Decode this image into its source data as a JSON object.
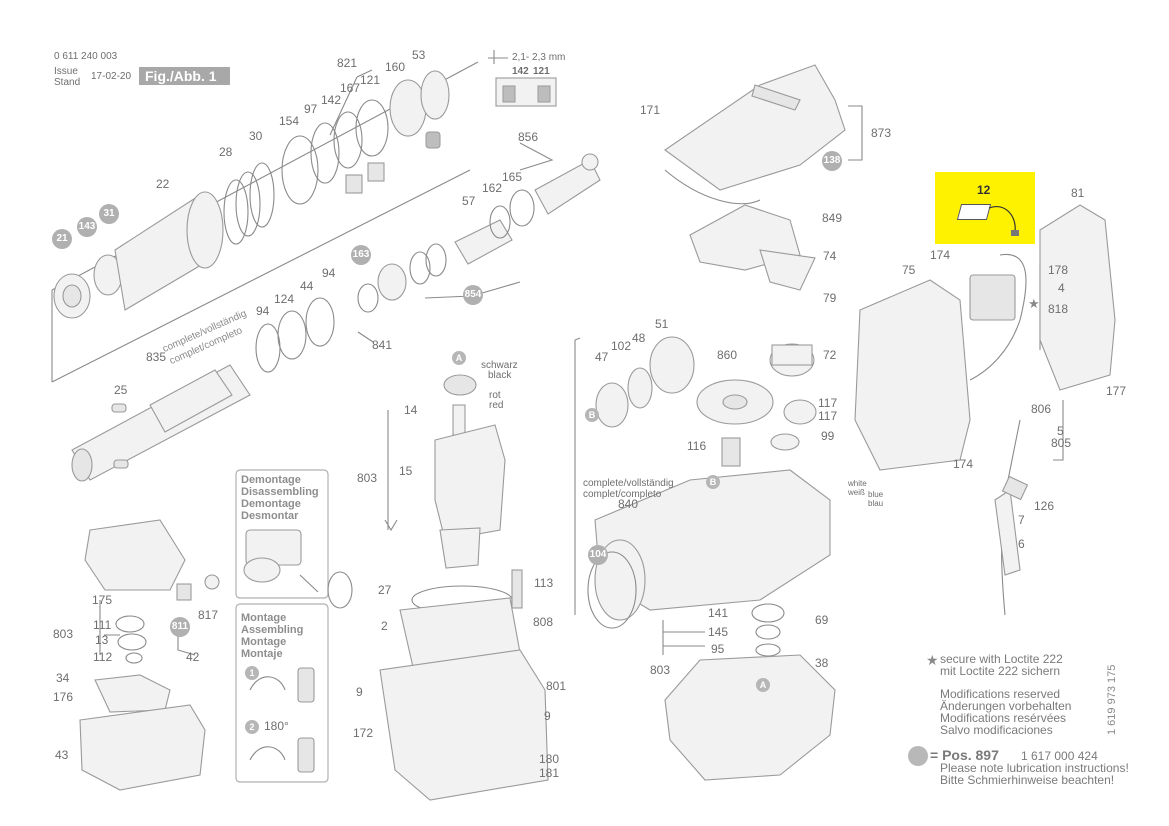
{
  "header": {
    "part_number": "0 611 240 003",
    "issue_label": "Issue",
    "stand_label": "Stand",
    "issue_date": "17-02-20",
    "figure_label": "Fig./Abb. 1"
  },
  "inset": {
    "dimension": "2,1- 2,3 mm",
    "labels": [
      "142",
      "121"
    ]
  },
  "highlight": {
    "part": "12",
    "color": "#fff200"
  },
  "circled_numbers": [
    "21",
    "143",
    "31",
    "163",
    "854",
    "138",
    "104",
    "811"
  ],
  "letter_markers": [
    "A",
    "B"
  ],
  "part_labels": [
    "821",
    "53",
    "121",
    "167",
    "160",
    "142",
    "97",
    "154",
    "30",
    "28",
    "22",
    "856",
    "165",
    "162",
    "57",
    "94",
    "44",
    "124",
    "94",
    "835",
    "841",
    "25",
    "171",
    "873",
    "849",
    "74",
    "79",
    "81",
    "75",
    "174",
    "178",
    "4",
    "818",
    "177",
    "806",
    "5",
    "805",
    "174",
    "126",
    "7",
    "6",
    "51",
    "48",
    "102",
    "47",
    "860",
    "72",
    "117",
    "117",
    "116",
    "99",
    "840",
    "141",
    "145",
    "95",
    "69",
    "803",
    "38",
    "14",
    "15",
    "803",
    "27",
    "113",
    "2",
    "808",
    "801",
    "9",
    "9",
    "172",
    "180",
    "181",
    "175",
    "111",
    "13",
    "112",
    "803",
    "817",
    "42",
    "34",
    "176",
    "43"
  ],
  "wire_labels": {
    "schwarz": "schwarz",
    "black": "black",
    "rot": "rot",
    "red": "red",
    "white": "white",
    "weiß": "weiß",
    "blue": "blue",
    "blau": "blau"
  },
  "rotated_labels": {
    "complete_1": "complete/vollständig",
    "complete_2": "complet/completo",
    "complete_3": "complete/vollständig",
    "complete_4": "complet/completo"
  },
  "demontage_box": {
    "lines": [
      "Demontage",
      "Disassembling",
      "Demontage",
      "Desmontar"
    ]
  },
  "montage_box": {
    "lines": [
      "Montage",
      "Assembling",
      "Montage",
      "Montaje"
    ],
    "step1": "1",
    "step2": "2",
    "angle": "180°"
  },
  "notes": {
    "loctite": [
      "secure with Loctite 222",
      "mit Loctite 222 sichern"
    ],
    "modifications": [
      "Modifications reserved",
      "Änderungen vorbehalten",
      "Modifications resérvées",
      "Salvo modificaciones"
    ],
    "pos_label": "= Pos.  897",
    "pos_number": "1 617 000 424",
    "lubrication": [
      "Please note lubrication instructions!",
      "Bitte Schmierhinweise beachten!"
    ],
    "doc_number": "1 619 973 175"
  },
  "colors": {
    "line": "#8a8a8a",
    "highlight": "#fff200",
    "callout": "#b0b0b0"
  }
}
